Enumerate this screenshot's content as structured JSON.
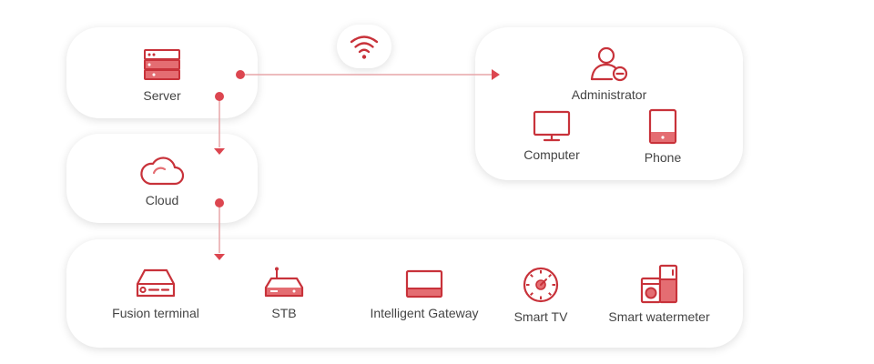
{
  "colors": {
    "accent": "#c8323a",
    "accent_fill": "#e46d72",
    "connector": "#e7a6a9"
  },
  "nodes": {
    "server": {
      "label": "Server",
      "icon": "server-icon"
    },
    "cloud": {
      "label": "Cloud",
      "icon": "cloud-icon"
    },
    "wifi": {
      "icon": "wifi-icon"
    },
    "administrator": {
      "label": "Administrator",
      "icon": "admin-user-icon"
    },
    "computer": {
      "label": "Computer",
      "icon": "monitor-icon"
    },
    "phone": {
      "label": "Phone",
      "icon": "phone-icon"
    },
    "fusion_terminal": {
      "label": "Fusion terminal",
      "icon": "fusion-terminal-icon"
    },
    "stb": {
      "label": "STB",
      "icon": "set-top-box-icon"
    },
    "gateway": {
      "label": "Intelligent Gateway",
      "icon": "gateway-icon"
    },
    "smart_tv": {
      "label": "Smart TV",
      "icon": "smart-tv-icon"
    },
    "watermeter": {
      "label": "Smart watermeter",
      "icon": "appliance-icon"
    }
  },
  "edges": [
    {
      "from": "server",
      "to": "administrator"
    },
    {
      "from": "server",
      "to": "cloud"
    },
    {
      "from": "cloud",
      "to": "devices"
    }
  ]
}
